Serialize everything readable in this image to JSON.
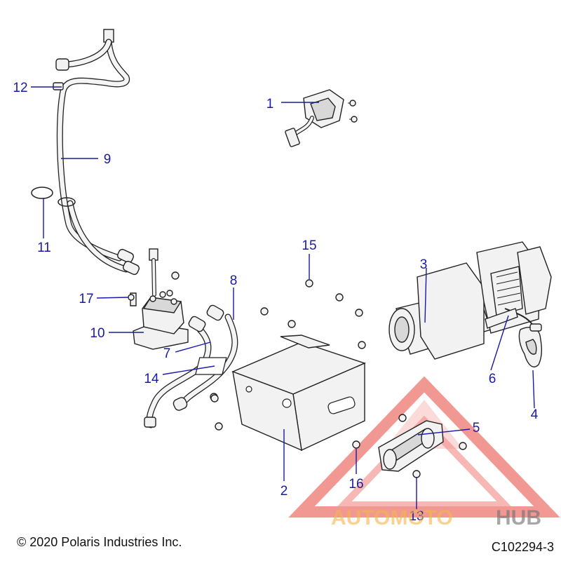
{
  "diagram": {
    "callouts": [
      {
        "id": "c1",
        "label": "1"
      },
      {
        "id": "c2",
        "label": "2"
      },
      {
        "id": "c3",
        "label": "3"
      },
      {
        "id": "c4",
        "label": "4"
      },
      {
        "id": "c5",
        "label": "5"
      },
      {
        "id": "c6",
        "label": "6"
      },
      {
        "id": "c7",
        "label": "7"
      },
      {
        "id": "c8",
        "label": "8"
      },
      {
        "id": "c9",
        "label": "9"
      },
      {
        "id": "c10",
        "label": "10"
      },
      {
        "id": "c11",
        "label": "11"
      },
      {
        "id": "c12",
        "label": "12"
      },
      {
        "id": "c13",
        "label": "13"
      },
      {
        "id": "c14",
        "label": "14"
      },
      {
        "id": "c15",
        "label": "15"
      },
      {
        "id": "c16",
        "label": "16"
      },
      {
        "id": "c17",
        "label": "17"
      }
    ],
    "copyright": "© 2020 Polaris Industries Inc.",
    "drawing_number": "C102294-3"
  },
  "watermark": {
    "text_part1": "AUTOMOTO",
    "text_part2": "HUB",
    "color_primary": "#e8453c",
    "color_secondary": "#f3b64a",
    "color_gray": "#6e6e6e"
  }
}
